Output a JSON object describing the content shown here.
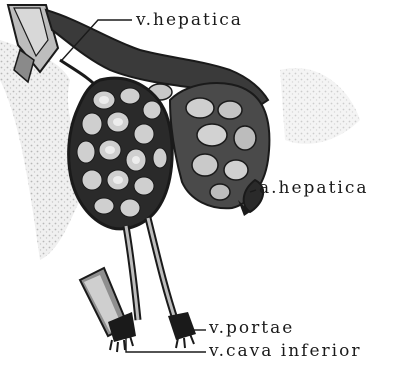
{
  "labels": {
    "v_hepatica": "v.hepatica",
    "a_hepatica": "a.hepatica",
    "v_portae": "v.portae",
    "v_cava_inferior": "v.cava inferior"
  },
  "colors": {
    "ink": "#1a1a1a",
    "background": "#ffffff",
    "shade": "#b9b9b9",
    "dark_fill": "#3a3a3a"
  }
}
